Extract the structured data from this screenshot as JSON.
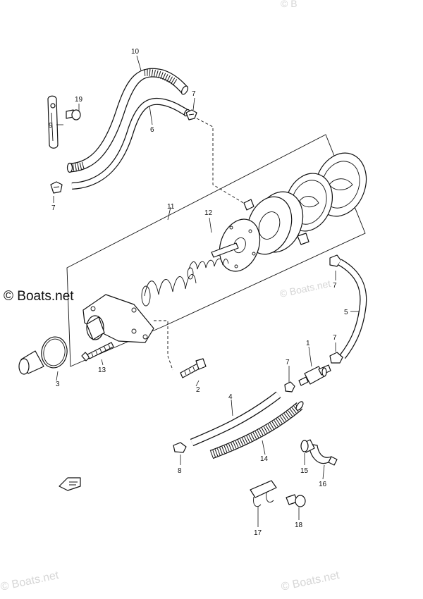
{
  "watermark": {
    "main": "© Boats.net",
    "text": "© Boats.net",
    "partial_top": "© B"
  },
  "labels": {
    "l1": "1",
    "l2": "2",
    "l3": "3",
    "l4": "4",
    "l5": "5",
    "l6": "6",
    "l7a": "7",
    "l7b": "7",
    "l7c": "7",
    "l7d": "7",
    "l7e": "7",
    "l8": "8",
    "l9": "9",
    "l10": "10",
    "l11": "11",
    "l12": "12",
    "l13": "13",
    "l14": "14",
    "l15": "15",
    "l16": "16",
    "l17": "17",
    "l18": "18",
    "l19": "19"
  },
  "icons": {
    "front_arrow": "front-direction-arrow-icon"
  },
  "colors": {
    "line": "#111111",
    "watermark": "#d6d6d6",
    "background": "#ffffff"
  }
}
